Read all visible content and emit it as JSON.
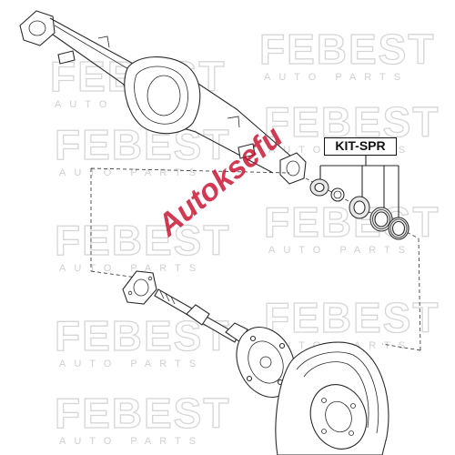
{
  "watermark": {
    "brand": "FEBEST",
    "tagline": "AUTO PARTS"
  },
  "overlay_watermark": "Autoksefu",
  "part_label": "KIT-SPR",
  "colors": {
    "watermark_gray": "#d6d6d6",
    "line_dark": "#2a2a2a",
    "overlay_red": "#c8102e"
  }
}
